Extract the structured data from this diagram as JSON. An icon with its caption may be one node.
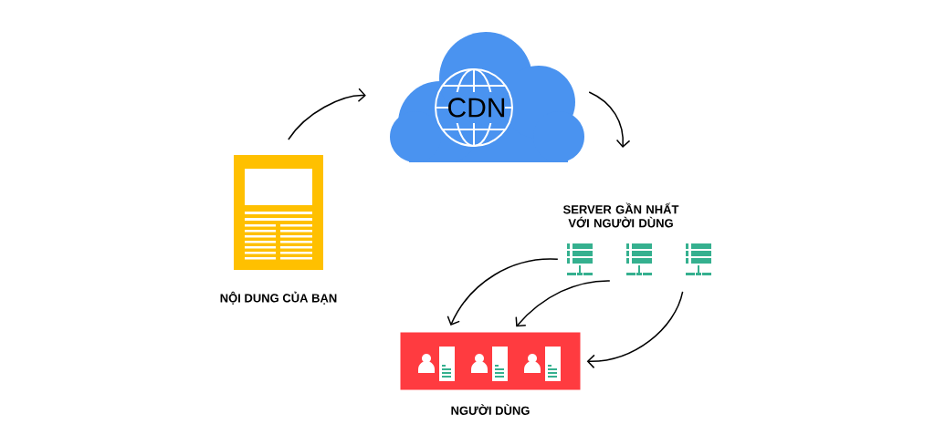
{
  "diagram": {
    "nodes": [
      {
        "text": [
          "NỘI DUNG CỦA BẠN"
        ]
      },
      {
        "text": [
          "CDN"
        ]
      },
      {
        "text": [],
        "shape": "server"
      },
      {
        "text": [],
        "shape": "server"
      },
      {
        "text": [],
        "shape": "server"
      },
      {
        "text": [
          "NGƯỜI DÙNG"
        ]
      }
    ],
    "edges": [
      {
        "from": 0,
        "to": 1,
        "arrow": "to"
      },
      {
        "from": 1,
        "to": null,
        "arrow": "to"
      },
      {
        "from": 2,
        "to": 5,
        "arrow": "to"
      },
      {
        "from": 3,
        "to": 5,
        "arrow": "to"
      },
      {
        "from": 4,
        "to": 5,
        "arrow": "to"
      }
    ],
    "labels": [
      "SERVER GẦN NHẤT VỚI NGƯỜI DÙNG"
    ]
  }
}
